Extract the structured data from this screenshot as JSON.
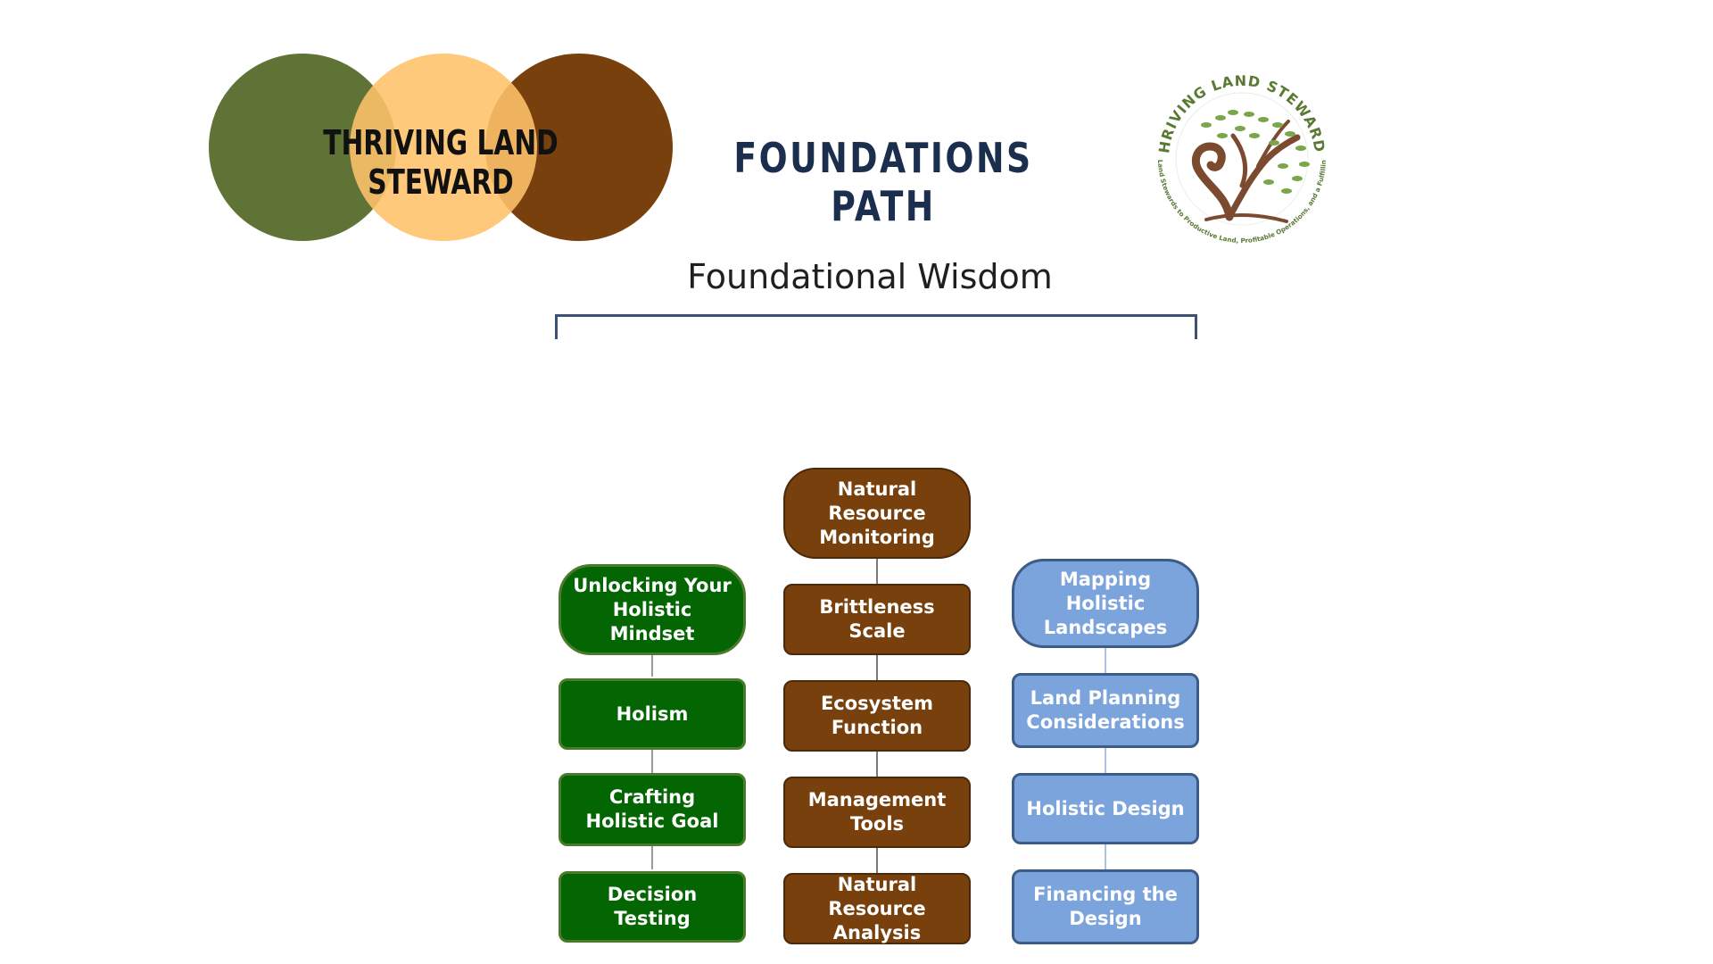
{
  "header": {
    "brand_text": "THRIVING LAND STEWARD",
    "path_title": "FOUNDATIONS PATH",
    "seal_top_text": "THRIVING LAND STEWARDS",
    "seal_bottom_text": "Guiding Land Stewards to Productive Land, Profitable Operations, and a Fulfilling Future"
  },
  "section_title": "Foundational Wisdom",
  "colors": {
    "green": "#036603",
    "olive": "#5e7335",
    "peach": "#ffc26a",
    "brown": "#78400c",
    "blue": "#7ba3dc",
    "navy": "#1c2e4d"
  },
  "columns": [
    {
      "name": "green",
      "nodes": [
        "Unlocking Your Holistic Mindset",
        "Holism",
        "Crafting Holistic Goal",
        "Decision Testing"
      ]
    },
    {
      "name": "brown",
      "nodes": [
        "Natural Resource Monitoring",
        "Brittleness Scale",
        "Ecosystem Function",
        "Management Tools",
        "Natural Resource Analysis"
      ]
    },
    {
      "name": "blue",
      "nodes": [
        "Mapping Holistic Landscapes",
        "Land Planning Considerations",
        "Holistic Design",
        "Financing the Design"
      ]
    }
  ]
}
